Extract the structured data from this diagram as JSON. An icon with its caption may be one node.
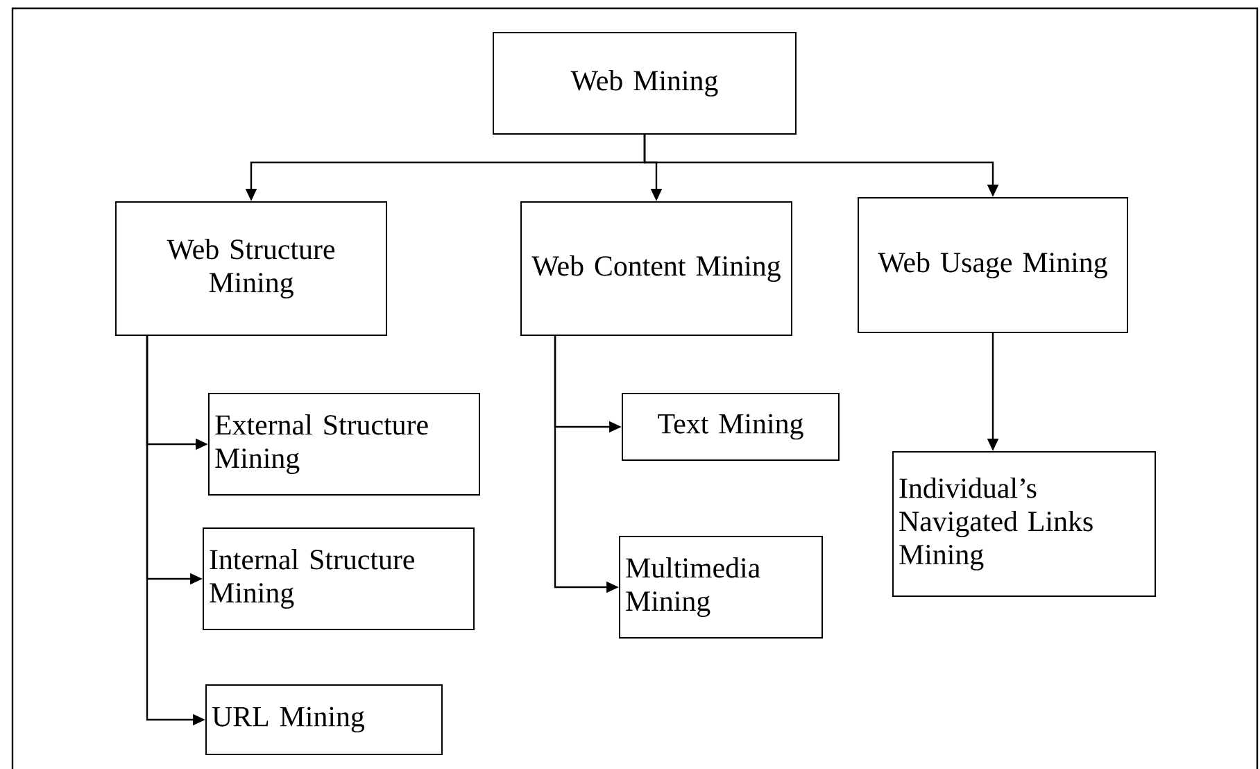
{
  "diagram": {
    "nodes": [
      {
        "text": [
          "Web Mining"
        ]
      },
      {
        "text": [
          "Web Structure Mining"
        ]
      },
      {
        "text": [
          "Web Content Mining"
        ]
      },
      {
        "text": [
          "Web Usage Mining"
        ]
      },
      {
        "text": [
          "External Structure Mining"
        ]
      },
      {
        "text": [
          "Internal Structure Mining"
        ]
      },
      {
        "text": [
          "URL Mining"
        ]
      },
      {
        "text": [
          "Text Mining"
        ]
      },
      {
        "text": [
          "Multimedia Mining"
        ]
      },
      {
        "text": [
          "Individual’s Navigated Links Mining"
        ]
      }
    ],
    "edges": [
      {
        "from": 0,
        "to": 1,
        "arrow": "to"
      },
      {
        "from": 0,
        "to": 2,
        "arrow": "to"
      },
      {
        "from": 0,
        "to": 3,
        "arrow": "to"
      },
      {
        "from": 1,
        "to": 4,
        "arrow": "to"
      },
      {
        "from": 1,
        "to": 5,
        "arrow": "to"
      },
      {
        "from": 1,
        "to": 6,
        "arrow": "to"
      },
      {
        "from": 2,
        "to": 7,
        "arrow": "to"
      },
      {
        "from": 2,
        "to": 8,
        "arrow": "to"
      },
      {
        "from": 3,
        "to": 9,
        "arrow": "to"
      }
    ]
  }
}
